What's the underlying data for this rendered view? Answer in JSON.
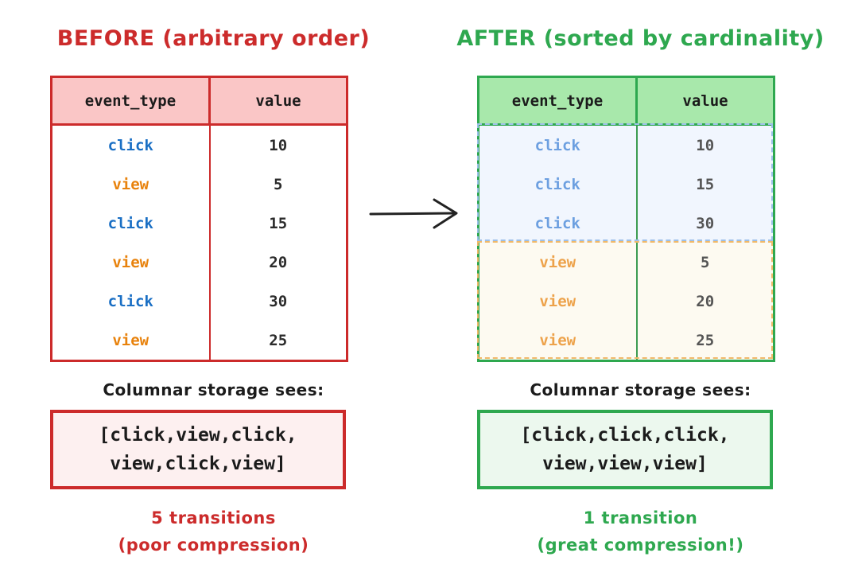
{
  "diagram": {
    "arrow_icon": "arrow-right-icon",
    "left": {
      "title": "BEFORE (arbitrary order)",
      "accent_color": "#cc2b2b",
      "header_bg": "#fac6c6",
      "table": {
        "columns": [
          "event_type",
          "value"
        ],
        "rows": [
          {
            "event_type": "click",
            "value": "10",
            "kind": "click"
          },
          {
            "event_type": "view",
            "value": "5",
            "kind": "view"
          },
          {
            "event_type": "click",
            "value": "15",
            "kind": "click"
          },
          {
            "event_type": "view",
            "value": "20",
            "kind": "view"
          },
          {
            "event_type": "click",
            "value": "30",
            "kind": "click"
          },
          {
            "event_type": "view",
            "value": "25",
            "kind": "view"
          }
        ]
      },
      "see_label": "Columnar storage sees:",
      "code_line_1": "[click,view,click,",
      "code_line_2": "view,click,view]",
      "caption_line_1": "5 transitions",
      "caption_line_2": "(poor compression)"
    },
    "right": {
      "title": "AFTER (sorted by cardinality)",
      "accent_color": "#2ea84f",
      "header_bg": "#a8e8ab",
      "group_click_bg": "#f1f6fe",
      "group_view_bg": "#fdfaf1",
      "table": {
        "columns": [
          "event_type",
          "value"
        ],
        "rows": [
          {
            "event_type": "click",
            "value": "10",
            "kind": "click"
          },
          {
            "event_type": "click",
            "value": "15",
            "kind": "click"
          },
          {
            "event_type": "click",
            "value": "30",
            "kind": "click"
          },
          {
            "event_type": "view",
            "value": "5",
            "kind": "view"
          },
          {
            "event_type": "view",
            "value": "20",
            "kind": "view"
          },
          {
            "event_type": "view",
            "value": "25",
            "kind": "view"
          }
        ]
      },
      "see_label": "Columnar storage sees:",
      "code_line_1": "[click,click,click,",
      "code_line_2": "view,view,view]",
      "caption_line_1": "1 transition",
      "caption_line_2": "(great compression!)"
    },
    "colors": {
      "click_text": "#1a6fc4",
      "view_text": "#e8820c",
      "number_text": "#2b2b2b",
      "arrow": "#222222"
    }
  }
}
